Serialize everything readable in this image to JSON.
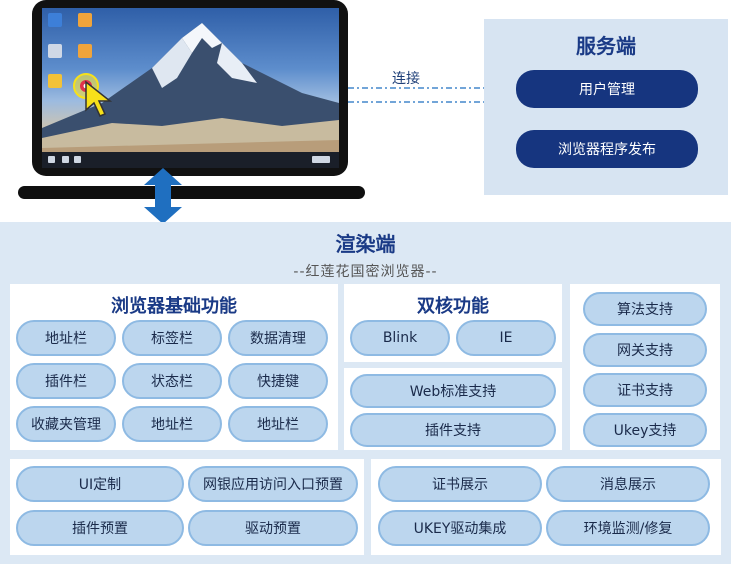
{
  "connector": {
    "label": "连接"
  },
  "server": {
    "title": "服务端",
    "items": [
      "用户管理",
      "浏览器程序发布"
    ]
  },
  "render": {
    "title": "渲染端",
    "subtitle": "--红莲花国密浏览器--"
  },
  "basic": {
    "title": "浏览器基础功能",
    "items": [
      "地址栏",
      "标签栏",
      "数据清理",
      "插件栏",
      "状态栏",
      "快捷键",
      "收藏夹管理",
      "地址栏",
      "地址栏"
    ]
  },
  "dual": {
    "title": "双核功能",
    "items": [
      "Blink",
      "IE"
    ]
  },
  "web": {
    "items": [
      "Web标准支持",
      "插件支持"
    ]
  },
  "crypto": {
    "items": [
      "算法支持",
      "网关支持",
      "证书支持",
      "Ukey支持"
    ]
  },
  "custom": {
    "items": [
      "UI定制",
      "网银应用访问入口预置",
      "插件预置",
      "驱动预置"
    ]
  },
  "cert": {
    "items": [
      "证书展示",
      "消息展示",
      "UKEY驱动集成",
      "环境监测/修复"
    ]
  },
  "colors": {
    "navy": "#16357f",
    "pill_fill": "#bcd6ee",
    "pill_border": "#8ebae3",
    "panel_bg": "#dce8f4"
  }
}
